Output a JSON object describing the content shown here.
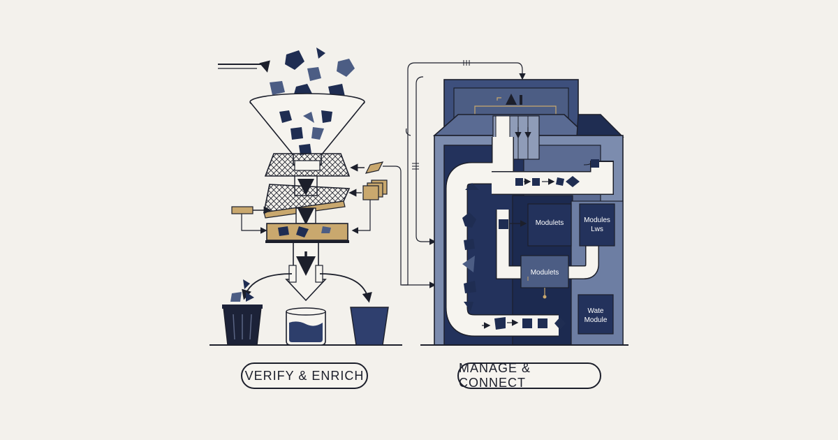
{
  "labels": {
    "verify_enrich": "VERIFY & ENRICH",
    "manage_connect": "MANAGE & CONNECT"
  },
  "modules": {
    "module_a": "Modulets",
    "module_b_line1": "Modules",
    "module_b_line2": "Lws",
    "module_c": "Modulets",
    "module_d_line1": "Wate",
    "module_d_line2": "Module"
  },
  "colors": {
    "navy": "#1f2d52",
    "mid_blue": "#4c5d84",
    "light_blue": "#6d7ea3",
    "gold": "#c9a86e",
    "background": "#f3f1ec",
    "ink": "#1c1f2b"
  },
  "icons": [
    "funnel-icon",
    "mesh-filter-icon",
    "tray-icon",
    "trash-bin-icon",
    "water-glass-icon",
    "bucket-icon",
    "building-icon",
    "conveyor-belt-icon"
  ]
}
